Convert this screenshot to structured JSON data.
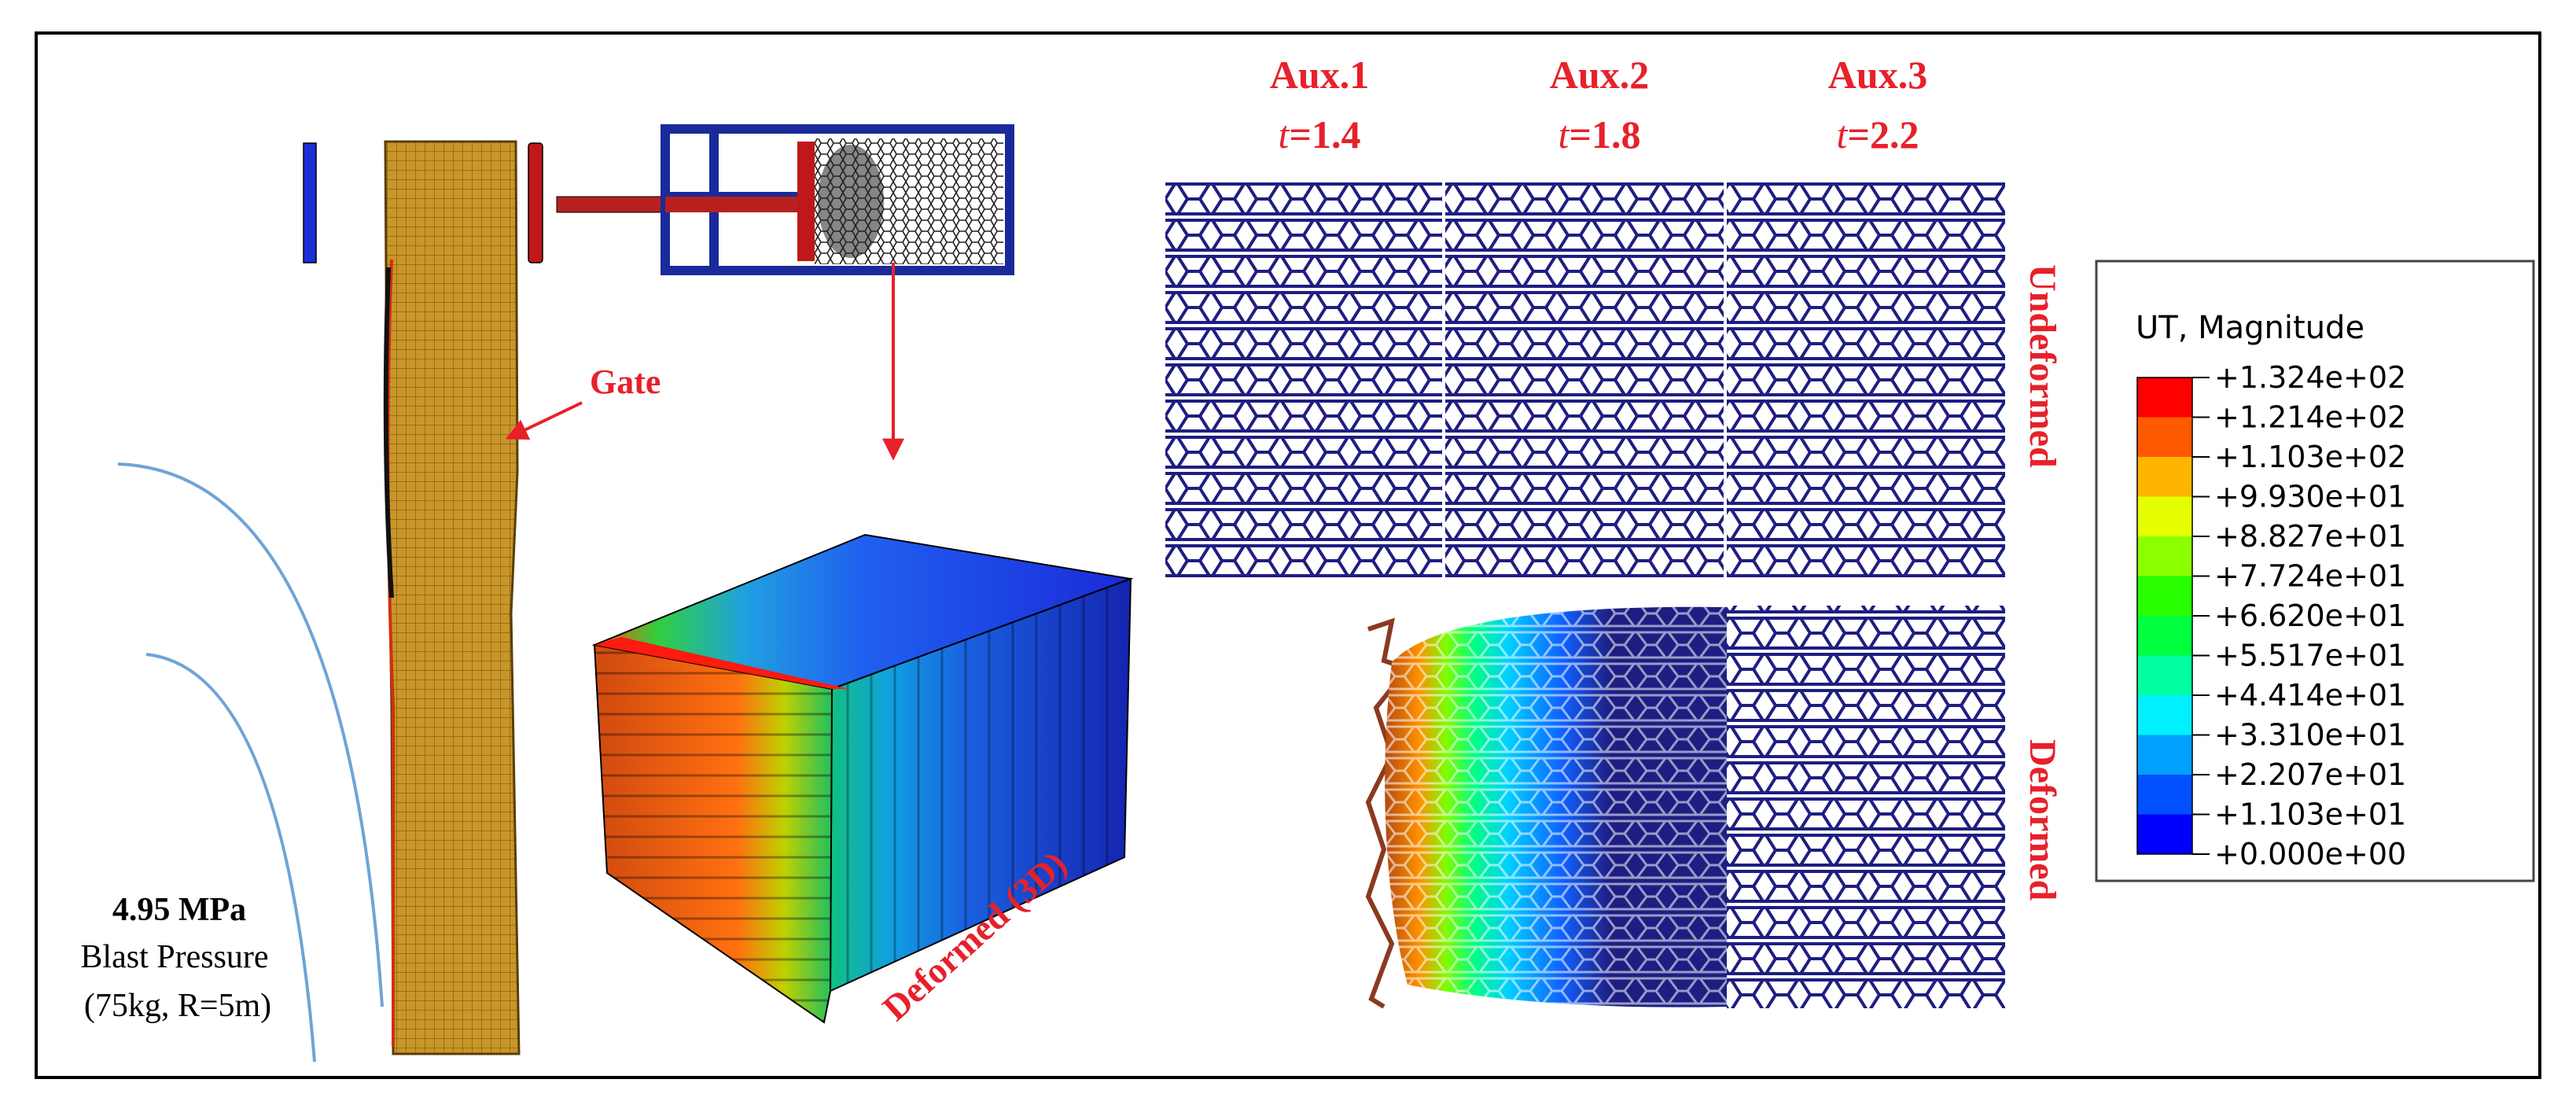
{
  "labels": {
    "gate": "Gate",
    "deformed_3d": "Deformed (3D)",
    "undeformed": "Undeformed",
    "deformed": "Deformed"
  },
  "blast": {
    "pressure": "4.95 MPa",
    "caption": "Blast Pressure",
    "condition": "(75kg, R=5m)"
  },
  "auxetics": [
    {
      "name": "Aux.1",
      "t_symbol": "t",
      "t_value": "=1.4"
    },
    {
      "name": "Aux.2",
      "t_symbol": "t",
      "t_value": "=1.8"
    },
    {
      "name": "Aux.3",
      "t_symbol": "t",
      "t_value": "=2.2"
    }
  ],
  "legend": {
    "title": "UT, Magnitude",
    "values": [
      "+1.324e+02",
      "+1.214e+02",
      "+1.103e+02",
      "+9.930e+01",
      "+8.827e+01",
      "+7.724e+01",
      "+6.620e+01",
      "+5.517e+01",
      "+4.414e+01",
      "+3.310e+01",
      "+2.207e+01",
      "+1.103e+01",
      "+0.000e+00"
    ],
    "colors": [
      "#ff0000",
      "#ff5a00",
      "#ffb400",
      "#e6ff00",
      "#8cff00",
      "#28ff00",
      "#00ff3c",
      "#00ffa0",
      "#00f0ff",
      "#00a0ff",
      "#0050ff",
      "#0000ff"
    ]
  },
  "colors": {
    "label_red": "#e8202a",
    "lattice_navy": "#1e1e82",
    "gate_tan": "#c9962a",
    "wave_blue": "#6fa3d6"
  }
}
